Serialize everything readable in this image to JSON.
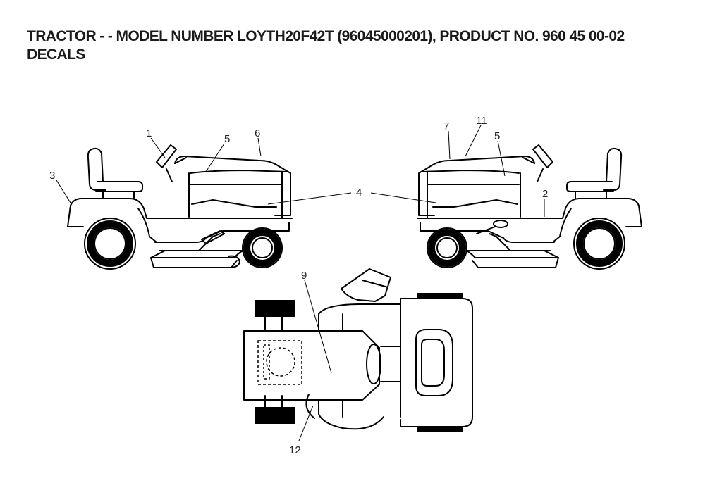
{
  "header": {
    "title_line1": "TRACTOR - - MODEL NUMBER LOYTH20F42T (96045000201), PRODUCT NO. 960 45 00-02",
    "title_line2": "DECALS"
  },
  "callouts": [
    {
      "id": "c1",
      "label": "1"
    },
    {
      "id": "c2",
      "label": "2"
    },
    {
      "id": "c3",
      "label": "3"
    },
    {
      "id": "c4",
      "label": "4"
    },
    {
      "id": "c5a",
      "label": "5"
    },
    {
      "id": "c5b",
      "label": "5"
    },
    {
      "id": "c6",
      "label": "6"
    },
    {
      "id": "c7",
      "label": "7"
    },
    {
      "id": "c9",
      "label": "9"
    },
    {
      "id": "c11",
      "label": "11"
    },
    {
      "id": "c12",
      "label": "12"
    }
  ]
}
